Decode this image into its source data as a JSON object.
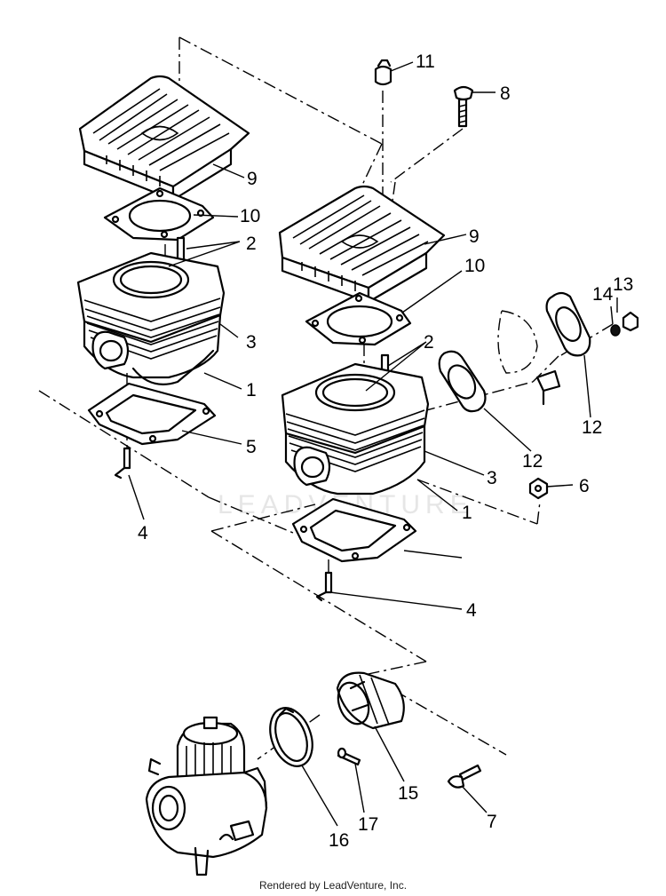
{
  "diagram": {
    "watermark": "LEADVENTURE",
    "callouts": [
      {
        "id": "c11",
        "text": "11"
      },
      {
        "id": "c8",
        "text": "8"
      },
      {
        "id": "c9a",
        "text": "9"
      },
      {
        "id": "c10a",
        "text": "10"
      },
      {
        "id": "c2a",
        "text": "2"
      },
      {
        "id": "c3a",
        "text": "3"
      },
      {
        "id": "c1a",
        "text": "1"
      },
      {
        "id": "c5",
        "text": "5"
      },
      {
        "id": "c4a",
        "text": "4"
      },
      {
        "id": "c9b",
        "text": "9"
      },
      {
        "id": "c10b",
        "text": "10"
      },
      {
        "id": "c2b",
        "text": "2"
      },
      {
        "id": "c13",
        "text": "13"
      },
      {
        "id": "c14",
        "text": "14"
      },
      {
        "id": "c12a",
        "text": "12"
      },
      {
        "id": "c12b",
        "text": "12"
      },
      {
        "id": "c3b",
        "text": "3"
      },
      {
        "id": "c6",
        "text": "6"
      },
      {
        "id": "c1b",
        "text": "1"
      },
      {
        "id": "c4b",
        "text": "4"
      },
      {
        "id": "c15",
        "text": "15"
      },
      {
        "id": "c7",
        "text": "7"
      },
      {
        "id": "c17",
        "text": "17"
      },
      {
        "id": "c16",
        "text": "16"
      }
    ]
  },
  "footer": {
    "credit": "Rendered by LeadVenture, Inc."
  }
}
